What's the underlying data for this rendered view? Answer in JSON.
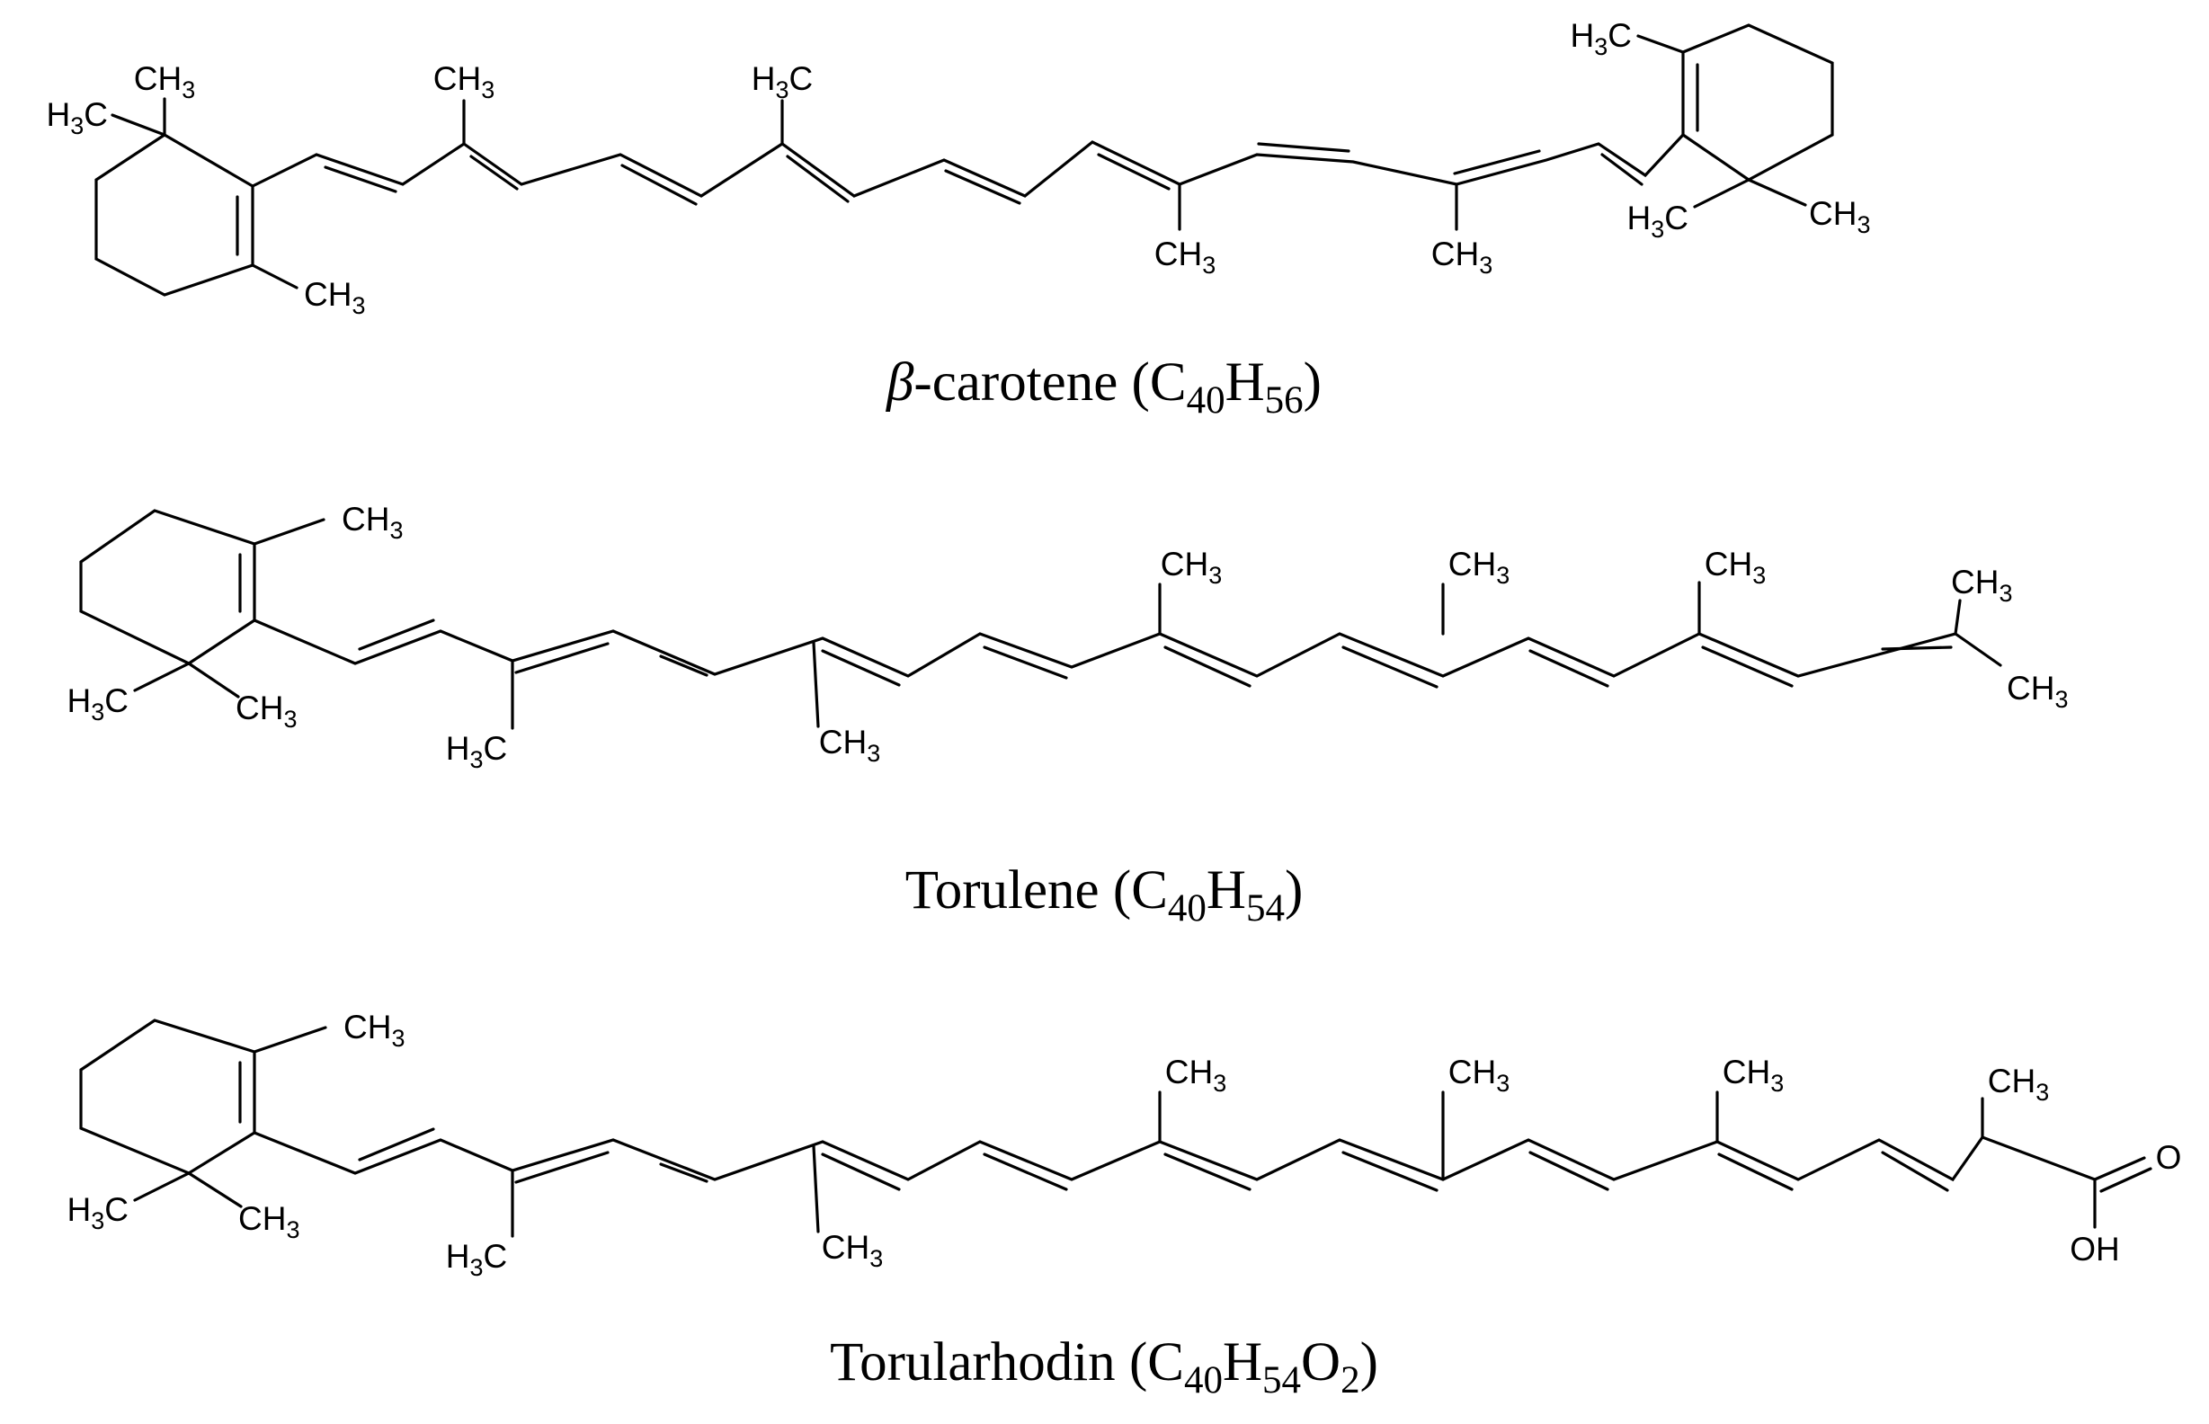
{
  "molecules": [
    {
      "id": "beta-carotene",
      "caption": {
        "name": "β",
        "rest": "-carotene",
        "formula": [
          "C",
          "40",
          "H",
          "56"
        ]
      },
      "labels": {
        "ring1_gem_a": [
          "CH",
          "3"
        ],
        "ring1_gem_b": [
          "H",
          "3",
          "C"
        ],
        "ring1_methyl": [
          "CH",
          "3"
        ],
        "chain_m1": [
          "CH",
          "3"
        ],
        "chain_m2": [
          "H",
          "3",
          "C"
        ],
        "chain_m3": [
          "CH",
          "3"
        ],
        "chain_m4": [
          "CH",
          "3"
        ],
        "ring2_methyl": [
          "H",
          "3",
          "C"
        ],
        "ring2_gem_a": [
          "H",
          "3",
          "C"
        ],
        "ring2_gem_b": [
          "CH",
          "3"
        ]
      }
    },
    {
      "id": "torulene",
      "caption": {
        "name": "",
        "rest": "Torulene",
        "formula": [
          "C",
          "40",
          "H",
          "54"
        ]
      },
      "labels": {
        "ring_methyl": [
          "CH",
          "3"
        ],
        "ring_gem_a": [
          "H",
          "3",
          "C"
        ],
        "ring_gem_b": [
          "CH",
          "3"
        ],
        "chain_m1": [
          "H",
          "3",
          "C"
        ],
        "chain_m2": [
          "CH",
          "3"
        ],
        "chain_m3": [
          "CH",
          "3"
        ],
        "chain_m4": [
          "CH",
          "3"
        ],
        "chain_m5": [
          "CH",
          "3"
        ],
        "end_a": [
          "CH",
          "3"
        ],
        "end_b": [
          "CH",
          "3"
        ]
      }
    },
    {
      "id": "torularhodin",
      "caption": {
        "name": "",
        "rest": "Torularhodin",
        "formula": [
          "C",
          "40",
          "H",
          "54",
          "O",
          "2"
        ]
      },
      "labels": {
        "ring_methyl": [
          "CH",
          "3"
        ],
        "ring_gem_a": [
          "H",
          "3",
          "C"
        ],
        "ring_gem_b": [
          "CH",
          "3"
        ],
        "chain_m1": [
          "H",
          "3",
          "C"
        ],
        "chain_m2": [
          "CH",
          "3"
        ],
        "chain_m3": [
          "CH",
          "3"
        ],
        "chain_m4": [
          "CH",
          "3"
        ],
        "chain_m5": [
          "CH",
          "3"
        ],
        "chain_m6": [
          "CH",
          "3"
        ],
        "oxo": [
          "O"
        ],
        "hydroxyl": [
          "OH"
        ]
      }
    }
  ]
}
